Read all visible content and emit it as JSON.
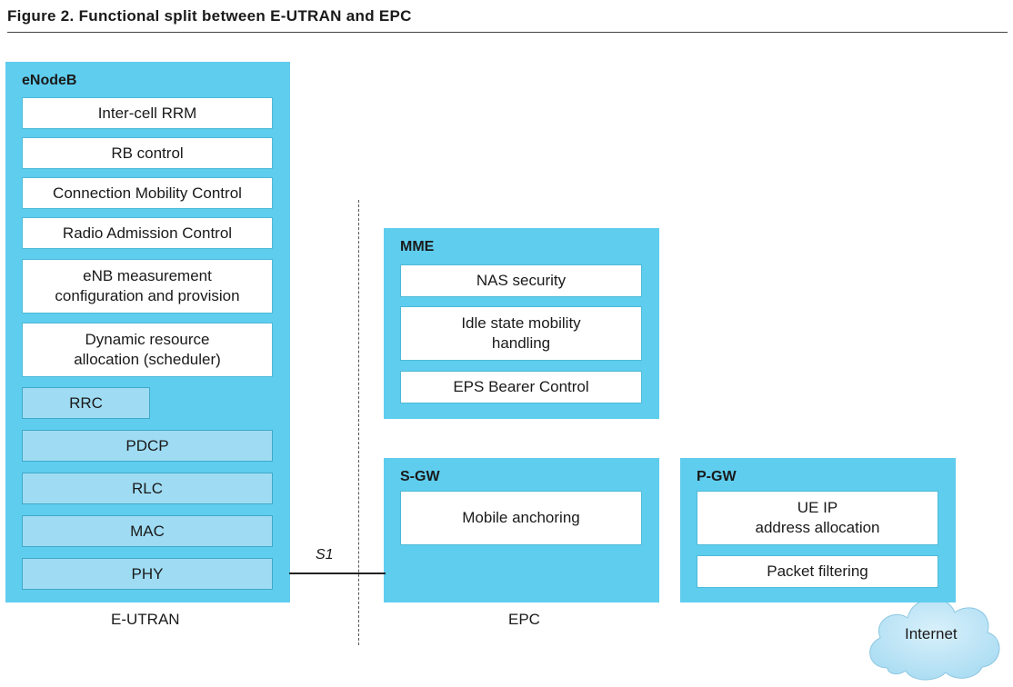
{
  "figure_title": "Figure 2. Functional split between E-UTRAN and EPC",
  "enodeb": {
    "title": "eNodeB",
    "functions": [
      "Inter-cell RRM",
      "RB control",
      "Connection Mobility Control",
      "Radio Admission Control",
      "eNB measurement\nconfiguration and provision",
      "Dynamic resource\nallocation (scheduler)"
    ],
    "protocols": [
      "RRC",
      "PDCP",
      "RLC",
      "MAC",
      "PHY"
    ]
  },
  "mme": {
    "title": "MME",
    "functions": [
      "NAS security",
      "Idle state mobility\nhandling",
      "EPS Bearer Control"
    ]
  },
  "sgw": {
    "title": "S-GW",
    "functions": [
      "Mobile anchoring"
    ]
  },
  "pgw": {
    "title": "P-GW",
    "functions": [
      "UE IP\naddress allocation",
      "Packet filtering"
    ]
  },
  "interface_label": "S1",
  "region_labels": {
    "left": "E-UTRAN",
    "right": "EPC"
  },
  "cloud_label": "Internet",
  "colors": {
    "panel": "#5fcdee",
    "protocol_box": "#9fdcf3",
    "function_box": "#ffffff",
    "cloud": "#a9dcf2"
  }
}
